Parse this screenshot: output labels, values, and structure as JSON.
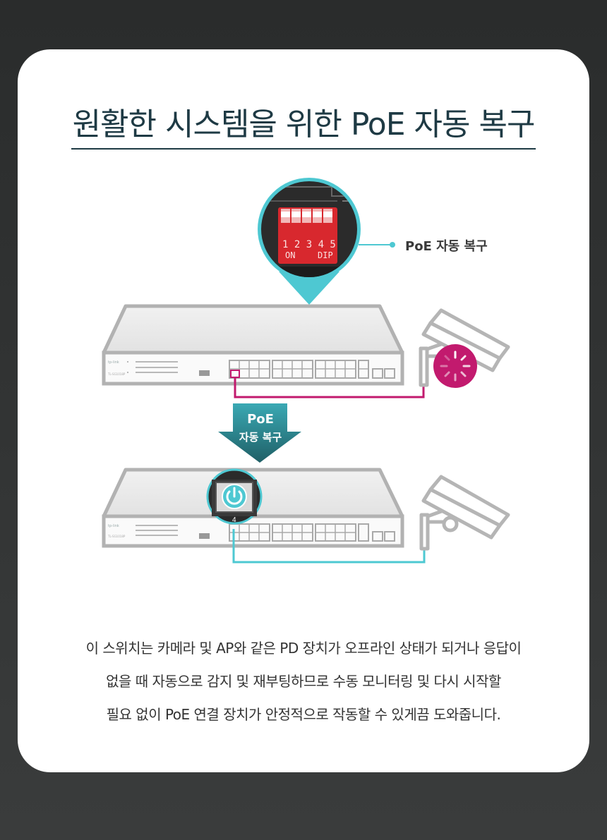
{
  "title": "원활한 시스템을 위한 PoE 자동 복구",
  "callout": {
    "label": "PoE 자동 복구"
  },
  "dip": {
    "numbers": "1 2 3 4 5",
    "on_label": "ON",
    "dip_label": "DIP"
  },
  "arrow": {
    "line1": "PoE",
    "line2": "자동 복구"
  },
  "port_number": "4",
  "description": [
    "이 스위치는 카메라 및 AP와 같은 PD 장치가 오프라인 상태가 되거나 응답이",
    "없을 때 자동으로 감지 및 재부팅하므로 수동 모니터링 및 다시 시작할",
    "필요 없이 PoE 연결 장치가 안정적으로 작동할 수 있게끔 도와줍니다."
  ],
  "colors": {
    "title": "#1e3a44",
    "accent_magenta": "#c21a6e",
    "accent_teal": "#4ec8d2",
    "arrow_top": "#3aa9b4",
    "arrow_bottom": "#1f5f66",
    "dip_red": "#d8282e"
  },
  "icons": [
    "camera-icon",
    "loading-spinner-icon",
    "power-restart-icon",
    "switch-device"
  ]
}
